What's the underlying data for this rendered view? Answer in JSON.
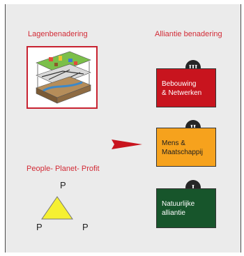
{
  "headings": {
    "left": "Lagenbenadering",
    "right": "Alliantie benadering",
    "ppp": "People- Planet- Profit"
  },
  "alliances": [
    {
      "numeral": "III",
      "label": "Bebouwing\n& Netwerken",
      "color": "#c8141e"
    },
    {
      "numeral": "II",
      "label": "Mens &\nMaatschappij",
      "color": "#f6a21d"
    },
    {
      "numeral": "I",
      "label": "Natuurlijke\nalliantie",
      "color": "#17552b"
    }
  ],
  "triangle": {
    "top": "P",
    "left": "P",
    "right": "P",
    "fill": "#f5f032"
  },
  "colors": {
    "accent": "#d22b36",
    "arrow": "#c8141e"
  },
  "icons": {
    "layer_diagram": "layered-landscape-icon",
    "arrow": "arrow-right-icon"
  }
}
